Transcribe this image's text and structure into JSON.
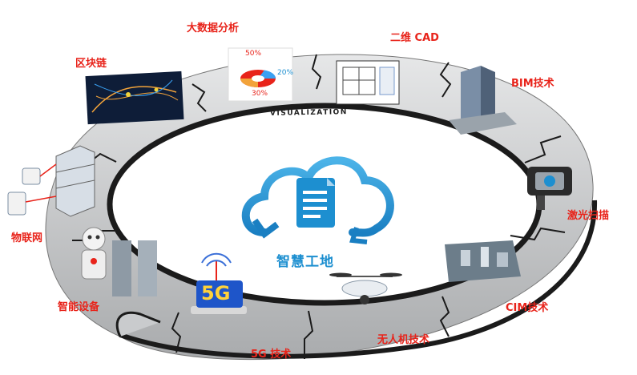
{
  "center": {
    "title": "智慧工地"
  },
  "ring": {
    "text": "VISUALIZATION"
  },
  "modules": {
    "big_data": "大数据分析",
    "cad": "二维 CAD",
    "bim": "BIM技术",
    "laser": "激光扫描",
    "cim": "CIM技术",
    "drone": "无人机技术",
    "g5": "5G 技术",
    "smart_device": "智能设备",
    "iot": "物联网",
    "blockchain": "区块链"
  },
  "pie": {
    "p1": "50%",
    "p2": "20%",
    "p3": "30%"
  },
  "badge_5g": "5G",
  "colors": {
    "accent": "#e8231a",
    "blue": "#1d8fd0",
    "ring": "#c9cbcd",
    "ring_dark": "#1b1b1b"
  }
}
